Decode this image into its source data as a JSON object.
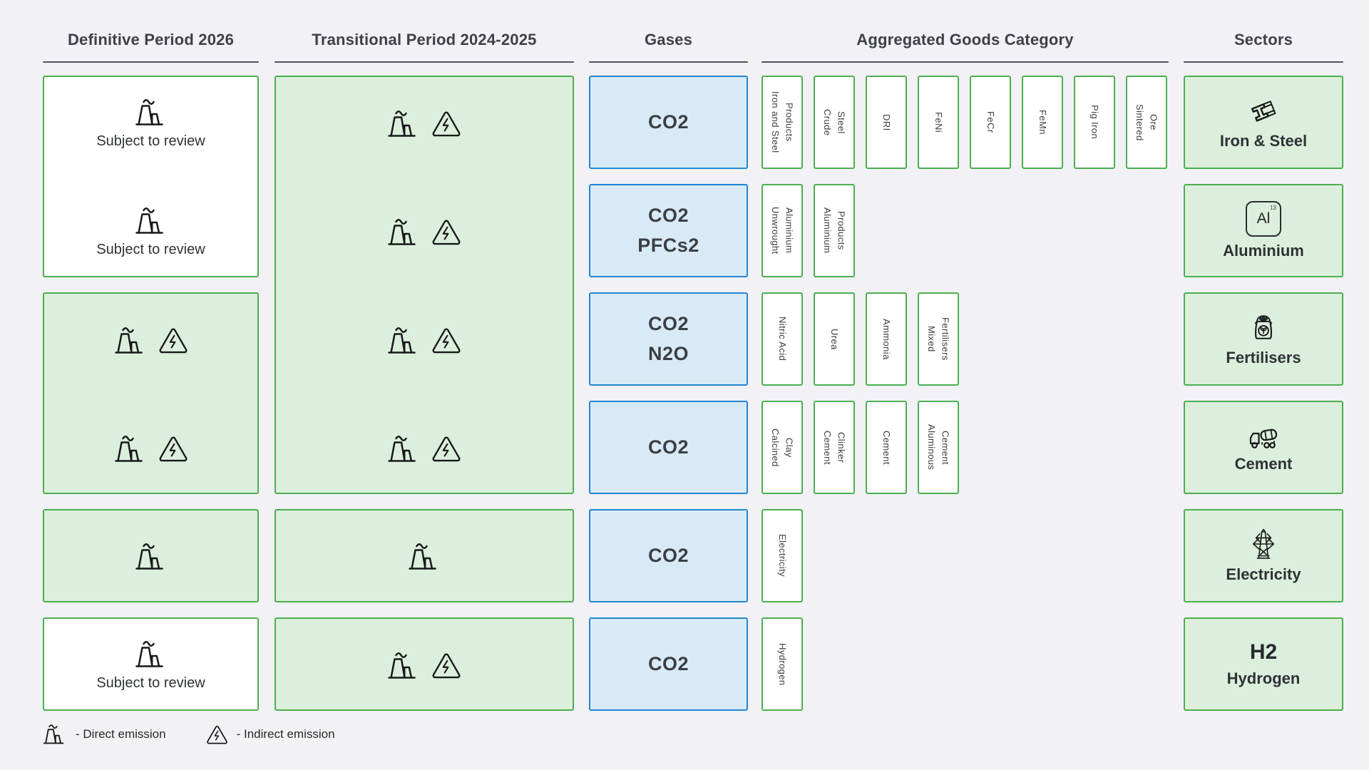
{
  "colors": {
    "background": "#f1f1f6",
    "green_border": "#4caf50",
    "green_fill": "#dcefdc",
    "blue_border": "#2187d1",
    "blue_fill": "#d9eaf7",
    "header_text": "#3e4145",
    "underline": "#505356",
    "icon_stroke": "#17191b"
  },
  "headers": {
    "definitive": "Definitive Period 2026",
    "transitional": "Transitional Period 2024-2025",
    "gases": "Gases",
    "goods": "Aggregated Goods Category",
    "sectors": "Sectors"
  },
  "periods": {
    "subject_to_review": "Subject to review"
  },
  "gases": {
    "rows": [
      "CO2",
      "CO2\nPFCs2",
      "CO2\nN2O",
      "CO2",
      "CO2",
      "CO2"
    ]
  },
  "goods": {
    "rows": [
      [
        "Iron and Steel\nProducts",
        "Crude\nSteel",
        "DRI",
        "FeNi",
        "FeCr",
        "FeMn",
        "Pig Iron",
        "Sintered\nOre"
      ],
      [
        "Unwrought\nAluminium",
        "Aluminium\nProducts"
      ],
      [
        "Nitric Acid",
        "Urea",
        "Ammonia",
        "Mixed\nFertilisers"
      ],
      [
        "Calcined\nClay",
        "Cement\nClinker",
        "Cement",
        "Aluminous\nCement"
      ],
      [
        "Electricity"
      ],
      [
        "Hydrogen"
      ]
    ]
  },
  "sectors": {
    "items": [
      {
        "label": "Iron & Steel"
      },
      {
        "label": "Aluminium",
        "tile": "Al",
        "tile_number": "13"
      },
      {
        "label": "Fertilisers"
      },
      {
        "label": "Cement"
      },
      {
        "label": "Electricity"
      },
      {
        "label": "Hydrogen",
        "symbol": "H2"
      }
    ]
  },
  "legend": {
    "direct": "- Direct emission",
    "indirect": "- Indirect emission"
  }
}
